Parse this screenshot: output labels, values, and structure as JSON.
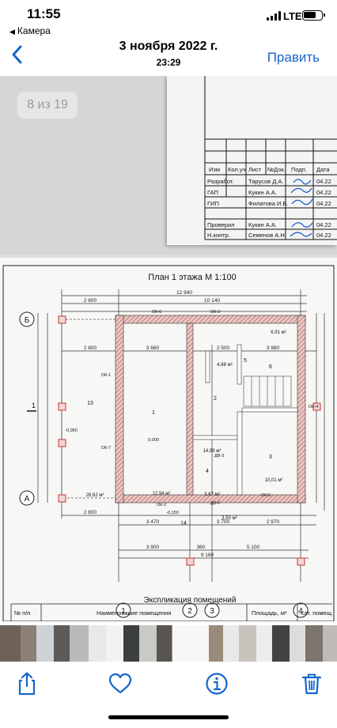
{
  "status_bar": {
    "time": "11:55",
    "network": "LTE",
    "back_app_label": "Камера",
    "battery_level": 0.7
  },
  "nav": {
    "back_icon": "chevron-left-icon",
    "date": "3 ноября 2022 г.",
    "time": "23:29",
    "edit_label": "Править"
  },
  "photo": {
    "counter": "8 из 19",
    "title_block": {
      "headers": [
        "Изм",
        "Кол.уч",
        "Лист",
        "№Док.",
        "Подп.",
        "Дата"
      ],
      "rows": [
        {
          "role": "Разработ.",
          "name": "Тарусов Д.А.",
          "date": "04.22"
        },
        {
          "role": "ГАП",
          "name": "Кукин А.А.",
          "date": "04.22"
        },
        {
          "role": "ГИП",
          "name": "Филатова И.В.",
          "date": "04.22"
        },
        {
          "role": "Проверил",
          "name": "Кукин А.А.",
          "date": "04.22"
        },
        {
          "role": "Н.контр.",
          "name": "Семенов А.Н.",
          "date": "04.22"
        }
      ]
    },
    "plan": {
      "title": "План 1 этажа М 1:100",
      "top_dims": [
        "12 940",
        "10 140",
        "2 800"
      ],
      "second_dims": [
        "2 800",
        "3 660",
        "2 500",
        "3 980"
      ],
      "bottom_dims_1": [
        "2 800",
        "3 470",
        "3 700",
        "2 970"
      ],
      "bottom_dims_2": [
        "3 900",
        "5 100",
        "360"
      ],
      "overall_bottom": "9 160",
      "axis_rows": [
        "Б",
        "А"
      ],
      "axis_cols": [
        "1",
        "2",
        "3",
        "4"
      ],
      "rooms": [
        "1",
        "2",
        "3",
        "4",
        "5",
        "6",
        "13",
        "14"
      ],
      "areas": [
        "6,91 м²",
        "4,88 м²",
        "14,99 м²",
        "10,01 м²",
        "12,94 м²",
        "28,62 м²",
        "3,67 м²",
        "3,50 м²"
      ],
      "window_tags": [
        "ОК-6",
        "ОК-3",
        "ОК-5",
        "ОК-1",
        "ОК-7",
        "ОК-2",
        "ОК-4",
        "ДВ-3",
        "ДВ-2"
      ],
      "levels": [
        "0,000",
        "-0,050",
        "-0,150"
      ],
      "section_mark": "1",
      "explication_title": "Экспликация помещений",
      "explication_headers": [
        "№ п/п",
        "Наименование помещения",
        "Площадь, м²",
        "Кат. помещ."
      ]
    }
  },
  "thumbnail_colors": [
    "#6e6258",
    "#8a8076",
    "#cfd2d4",
    "#5d5a58",
    "#b9b9b9",
    "#e8e8e8",
    "#f2f2f0",
    "#3b3f3d",
    "#c9c9c6",
    "#585450",
    "#f7f7f5",
    "#9a8a7a",
    "#e9e9e9",
    "#c7c3bc",
    "#ededed",
    "#434343",
    "#dcdcdc",
    "#7d746b",
    "#bfbcb8",
    "#f0f0ee"
  ],
  "toolbar": {
    "share_icon": "share-icon",
    "favorite_icon": "heart-icon",
    "info_icon": "info-icon",
    "delete_icon": "trash-icon"
  },
  "colors": {
    "accent": "#1466cc",
    "wall_hatch": "#c98a8a",
    "axis_marker": "#c23a3a"
  }
}
